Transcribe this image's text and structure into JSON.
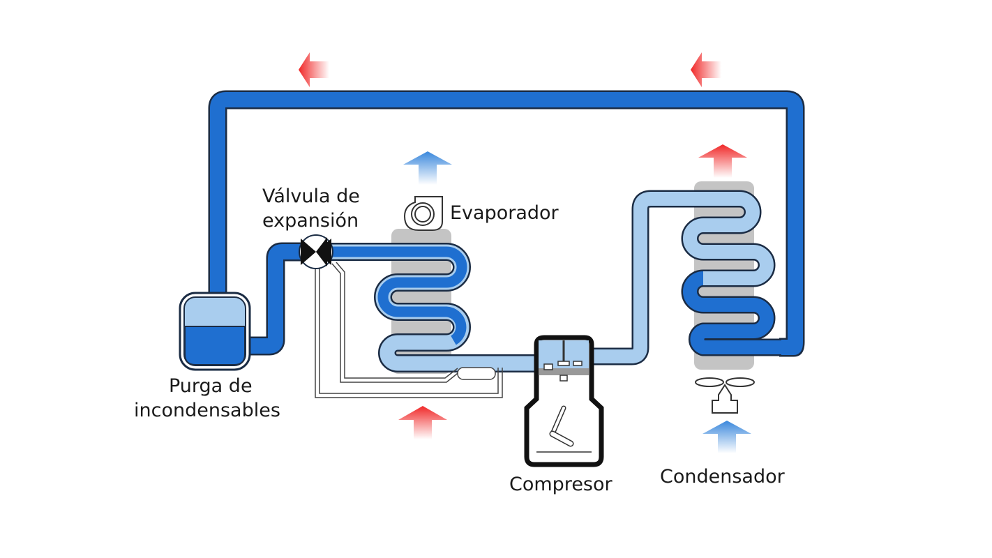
{
  "diagram": {
    "title": "Refrigeration cycle",
    "labels": {
      "expansion_valve_line1": "Válvula de",
      "expansion_valve_line2": "expansión",
      "evaporator": "Evaporador",
      "purge_line1": "Purga de",
      "purge_line2": "incondensables",
      "compressor": "Compresor",
      "condenser": "Condensador"
    },
    "components": [
      {
        "id": "purge-tank",
        "name": "Purga de incondensables"
      },
      {
        "id": "expansion-valve",
        "name": "Válvula de expansión"
      },
      {
        "id": "evaporator",
        "name": "Evaporador"
      },
      {
        "id": "compressor",
        "name": "Compresor"
      },
      {
        "id": "condenser",
        "name": "Condensador"
      }
    ],
    "flows": [
      {
        "from": "purge-tank",
        "to": "expansion-valve",
        "phase": "liquid"
      },
      {
        "from": "expansion-valve",
        "to": "evaporator",
        "phase": "liquid-to-vapor"
      },
      {
        "from": "evaporator",
        "to": "compressor",
        "phase": "vapor"
      },
      {
        "from": "compressor",
        "to": "condenser",
        "phase": "vapor"
      },
      {
        "from": "condenser",
        "to": "purge-tank",
        "phase": "liquid"
      }
    ],
    "air_arrows": [
      {
        "id": "top-left-hot",
        "direction": "left",
        "temperature": "hot"
      },
      {
        "id": "top-right-hot",
        "direction": "left",
        "temperature": "hot"
      },
      {
        "id": "evaporator-out-cold",
        "direction": "up",
        "temperature": "cold"
      },
      {
        "id": "evaporator-in-hot",
        "direction": "up",
        "temperature": "hot"
      },
      {
        "id": "condenser-out-hot",
        "direction": "up",
        "temperature": "hot"
      },
      {
        "id": "condenser-in-cold",
        "direction": "up",
        "temperature": "cold"
      }
    ],
    "colors": {
      "liquid_pipe": "#1f6fd0",
      "vapor_pipe": "#a9cdee",
      "pipe_outline": "#1b2c44",
      "coil_block": "#c4c4c4",
      "hot_arrow": "#f03030",
      "cold_arrow": "#3d8de0"
    }
  }
}
